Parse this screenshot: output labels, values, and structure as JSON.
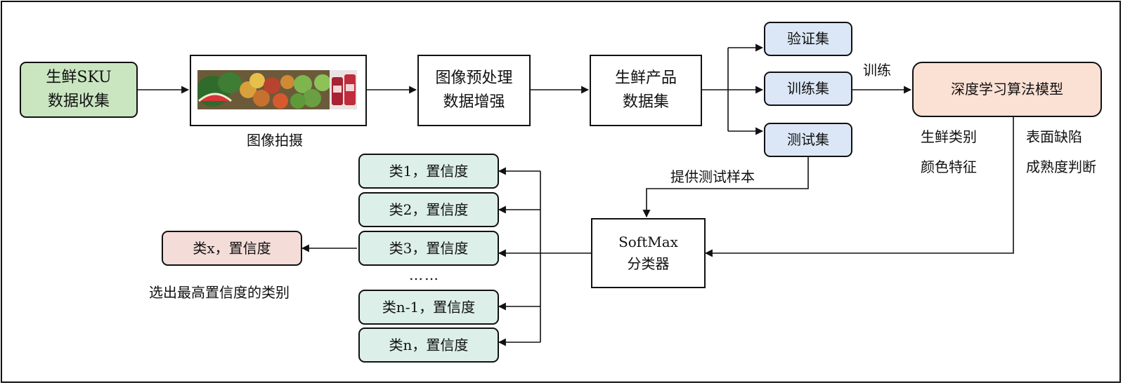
{
  "nodes": {
    "collect": [
      "生鲜SKU",
      "数据收集"
    ],
    "photo_caption": "图像拍摄",
    "preprocess": [
      "图像预处理",
      "数据增强"
    ],
    "dataset": [
      "生鲜产品",
      "数据集"
    ],
    "val_set": "验证集",
    "train_set": "训练集",
    "test_set": "测试集",
    "model": "深度学习算法模型",
    "softmax": [
      "SoftMax",
      "分类器"
    ],
    "result": "类x，置信度",
    "result_caption": "选出最高置信度的类别"
  },
  "edge_labels": {
    "train": "训练",
    "provide_samples": "提供测试样本"
  },
  "model_outputs": {
    "left": [
      "生鲜类别",
      "颜色特征"
    ],
    "right": [
      "表面缺陷",
      "成熟度判断"
    ]
  },
  "classes": [
    "类1，置信度",
    "类2，置信度",
    "类3，置信度",
    "类n-1，置信度",
    "类n，置信度"
  ],
  "ellipsis": "……",
  "colors": {
    "green": "#c9e6c0",
    "blue": "#dbe7f6",
    "mint": "#dcefe8",
    "pink": "#f4dcd8",
    "peach": "#fbe0d4"
  }
}
